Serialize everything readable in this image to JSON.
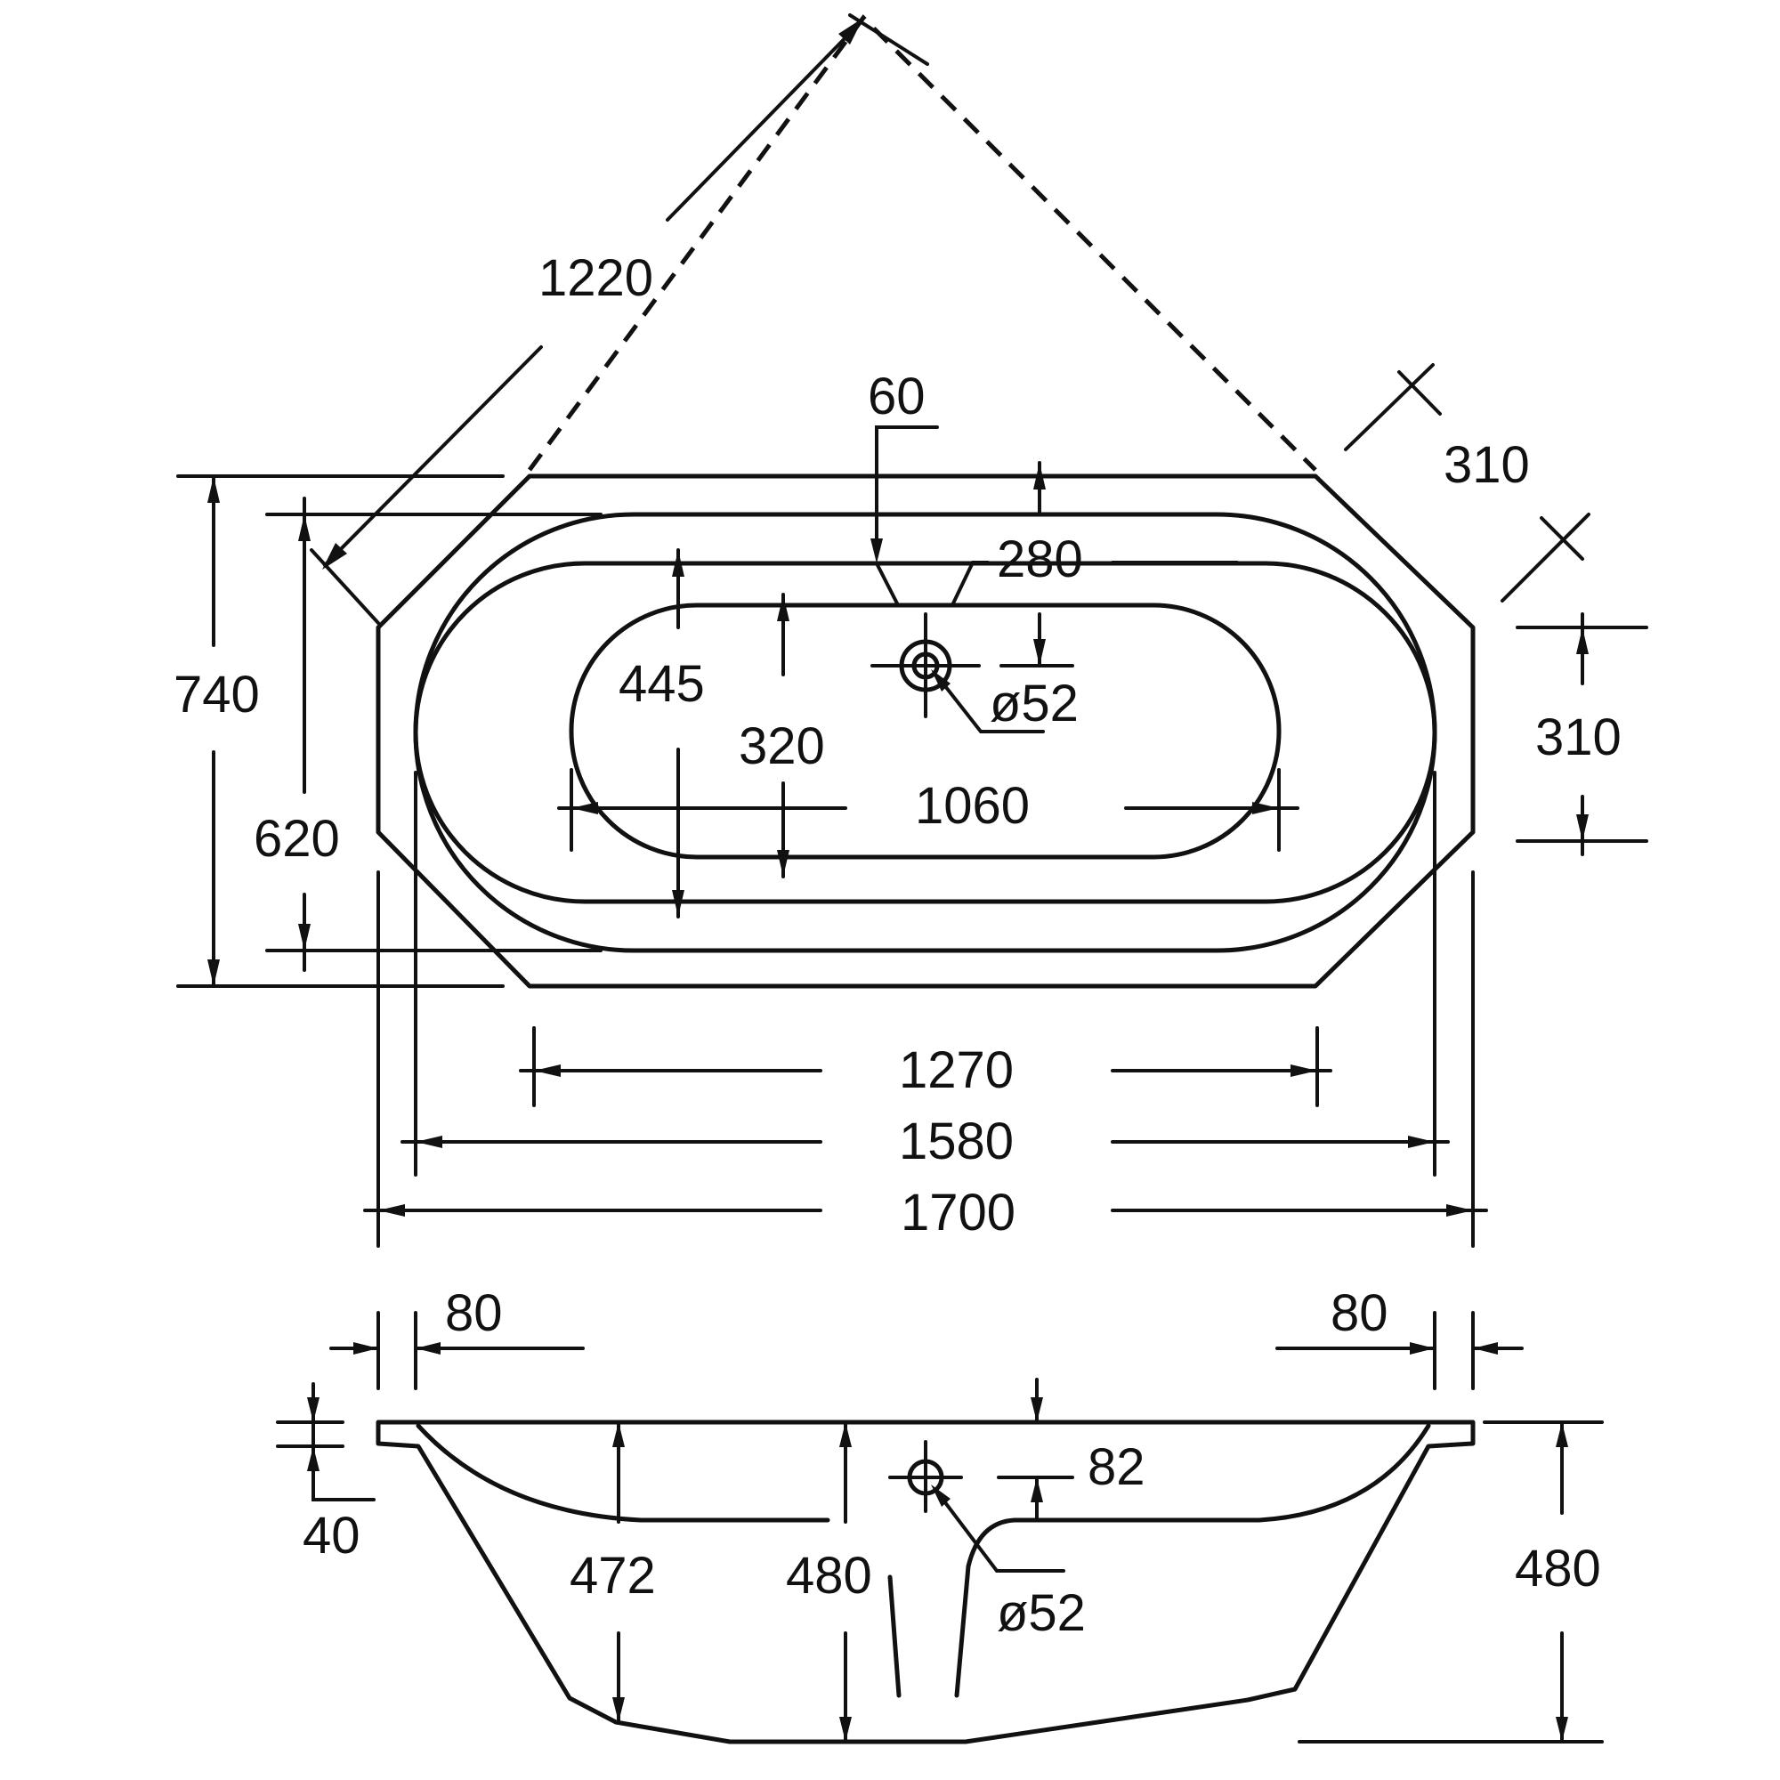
{
  "dimensions": {
    "diagonal_span": "1220",
    "corner_offset_top": "310",
    "inner_top_offset": "60",
    "drain_offset": "280",
    "outer_depth": "740",
    "inner_depth": "620",
    "bath_floor_depth": "445",
    "floor_width": "320",
    "drain_diameter_top": "ø52",
    "side_corner_height": "310",
    "floor_length": "1060",
    "bottom_straight_length": "1270",
    "inner_length": "1580",
    "overall_length": "1700",
    "rim_left": "80",
    "rim_right": "80",
    "rim_thickness": "40",
    "overflow_depth": "82",
    "inner_height": "472",
    "drain_height": "480",
    "drain_diameter_side": "ø52",
    "overall_height": "480"
  }
}
